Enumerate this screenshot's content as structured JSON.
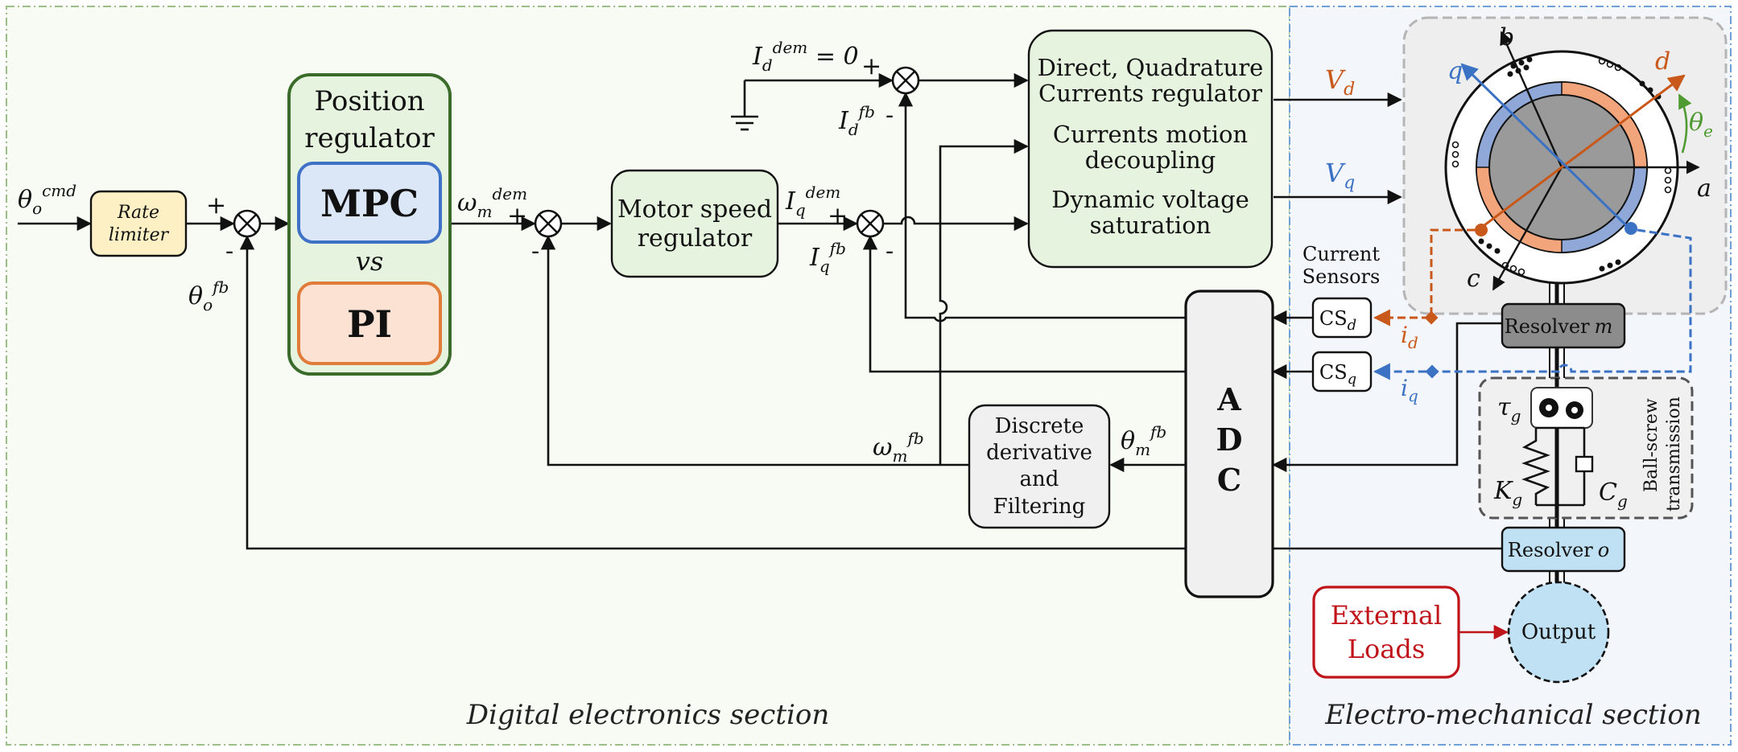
{
  "sections": {
    "digital": "Digital electronics section",
    "electromech": "Electro-mechanical section"
  },
  "signals": {
    "theta_cmd": "θ",
    "theta_cmd_sub": "o",
    "theta_cmd_sup": "cmd",
    "theta_fb": "θ",
    "theta_fb_sub": "o",
    "theta_fb_sup": "fb",
    "omega_dem": "ω",
    "omega_dem_sub": "m",
    "omega_dem_sup": "dem",
    "omega_fb": "ω",
    "omega_fb_sub": "m",
    "omega_fb_sup": "fb",
    "theta_m_fb": "θ",
    "theta_m_fb_sub": "m",
    "theta_m_fb_sup": "fb",
    "iq_dem": "I",
    "iq_dem_sub": "q",
    "iq_dem_sup": "dem",
    "iq_fb": "I",
    "iq_fb_sub": "q",
    "iq_fb_sup": "fb",
    "id_dem": "I",
    "id_dem_sub": "d",
    "id_dem_sup": "dem",
    "id_dem_value": " = 0",
    "id_fb": "I",
    "id_fb_sub": "d",
    "id_fb_sup": "fb",
    "vd": "V",
    "vd_sub": "d",
    "vq": "V",
    "vq_sub": "q",
    "id_small": "i",
    "id_small_sub": "d",
    "iq_small": "i",
    "iq_small_sub": "q",
    "plus": "+",
    "minus": "-"
  },
  "blocks": {
    "rate_limiter": [
      "Rate",
      "limiter"
    ],
    "position_regulator": [
      "Position",
      "regulator"
    ],
    "mpc": "MPC",
    "vs": "vs",
    "pi": "PI",
    "speed_regulator": [
      "Motor speed",
      "regulator"
    ],
    "current_regulator": [
      "Direct, Quadrature",
      "Currents regulator",
      "Currents motion",
      "decoupling",
      "Dynamic voltage",
      "saturation"
    ],
    "derivative": [
      "Discrete",
      "derivative",
      "and",
      "Filtering"
    ],
    "adc": [
      "A",
      "D",
      "C"
    ],
    "current_sensors": [
      "Current",
      "Sensors"
    ],
    "cs_d": "CS",
    "cs_d_sub": "d",
    "cs_q": "CS",
    "cs_q_sub": "q",
    "resolver_m": "Resolver",
    "resolver_m_sub": "m",
    "resolver_o": "Resolver",
    "resolver_o_sub": "o",
    "external_loads": [
      "External",
      "Loads"
    ],
    "output": "Output",
    "ball_screw": [
      "Ball-screw",
      "transmission"
    ],
    "tau": "τ",
    "tau_sub": "g",
    "kg": "K",
    "kg_sub": "g",
    "cg": "C",
    "cg_sub": "g"
  },
  "motor_axes": {
    "a": "a",
    "b": "b",
    "c": "c",
    "d": "d",
    "q": "q",
    "theta_e": "θ",
    "theta_e_sub": "e"
  },
  "colors": {
    "rate_limiter_fill": "#fdf0c4",
    "green_fill": "#e6f4df",
    "green_border": "#3a6b2a",
    "mpc_fill": "#dbe7f7",
    "mpc_border": "#3f72c7",
    "pi_fill": "#fbe2d3",
    "pi_border": "#e07b39",
    "d_axis": "#c9581b",
    "q_axis": "#3b72c4",
    "theta_e": "#4f9a31",
    "resolver_m_fill": "#8c8c8c",
    "resolver_o_fill": "#bfe1f3",
    "external_red": "#c0141b",
    "output_fill": "#bfe1f3"
  }
}
